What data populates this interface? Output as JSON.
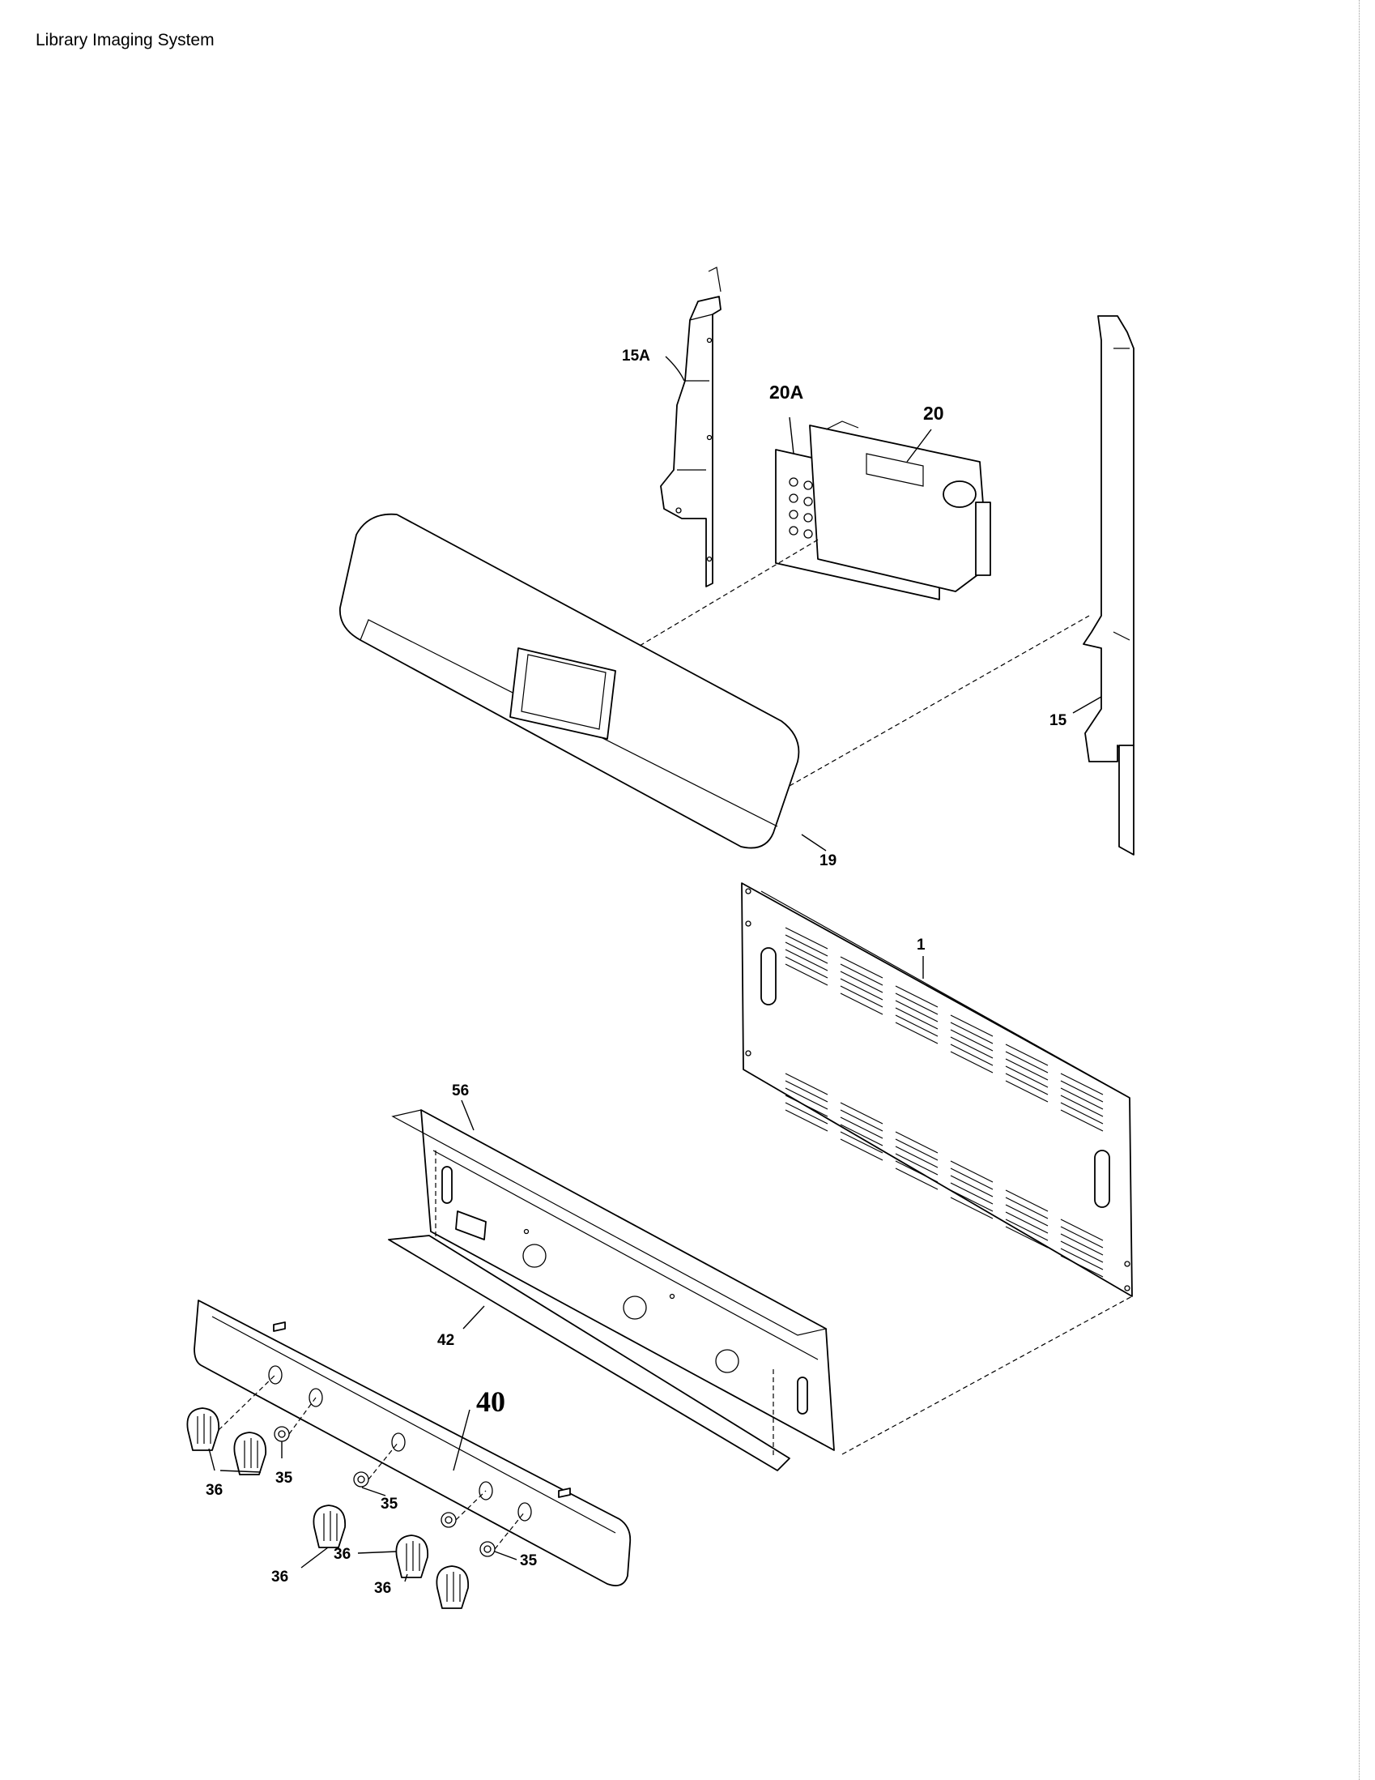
{
  "header": {
    "title": "Library Imaging System"
  },
  "labels": {
    "p15A": "15A",
    "p20A": "20A",
    "p20": "20",
    "p15": "15",
    "p19": "19",
    "p1": "1",
    "p56": "56",
    "p42": "42",
    "p40": "40",
    "p36": "36",
    "p35": "35"
  }
}
